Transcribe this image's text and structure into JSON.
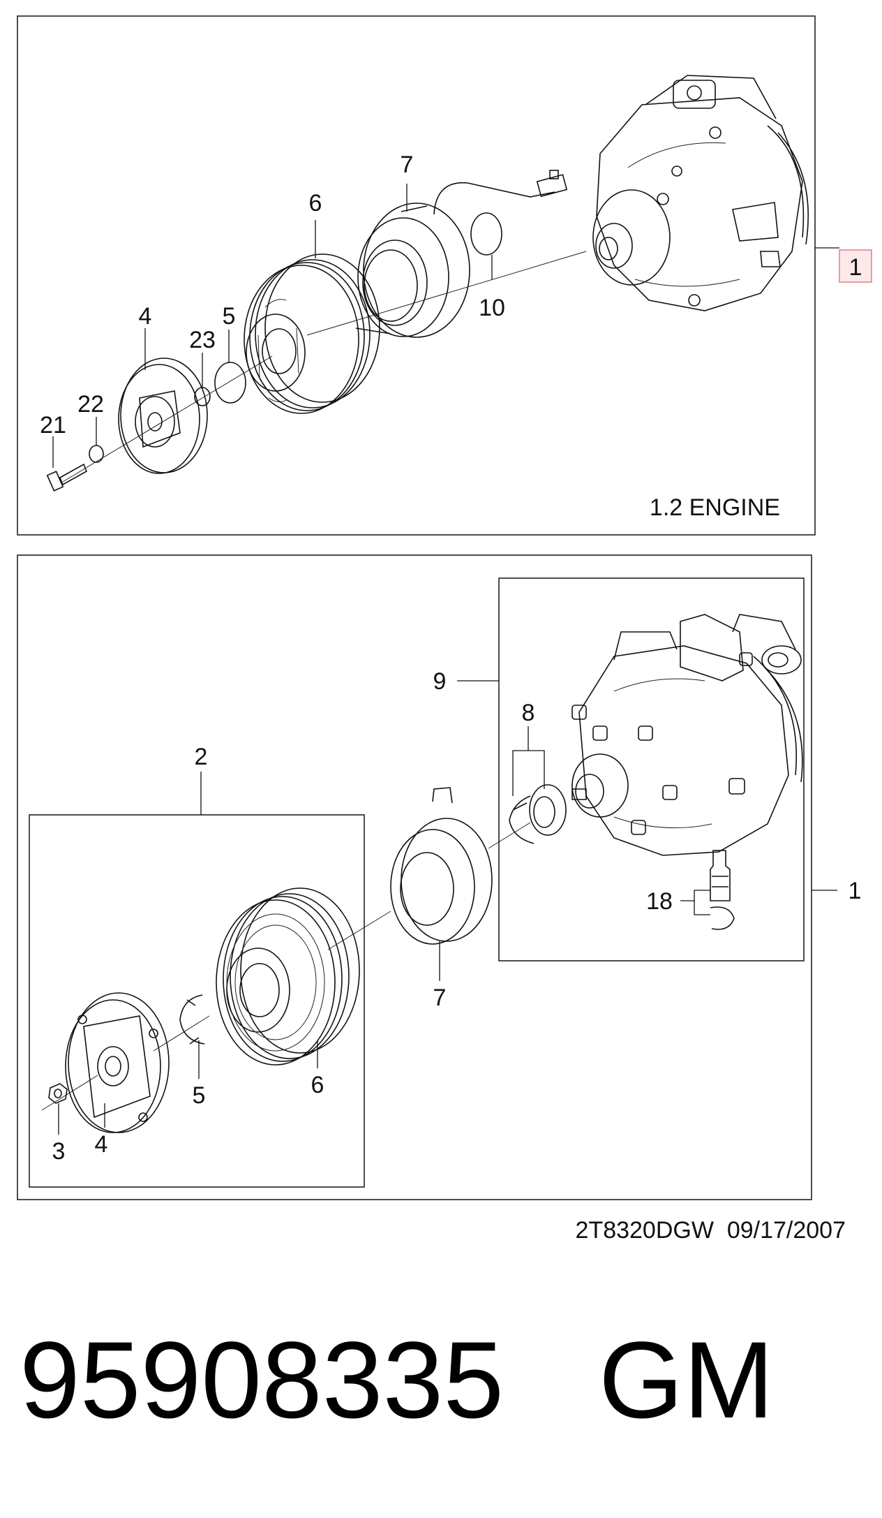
{
  "top_panel": {
    "engine_label": "1.2 ENGINE",
    "callouts": [
      "1",
      "4",
      "5",
      "6",
      "7",
      "10",
      "21",
      "22",
      "23"
    ],
    "highlighted_callout": "1"
  },
  "bottom_panel": {
    "callouts": [
      "1",
      "2",
      "3",
      "4",
      "5",
      "6",
      "7",
      "8",
      "9",
      "18"
    ]
  },
  "footer": {
    "drawing_code": "2T8320DGW  09/17/2007",
    "part_number": "95908335",
    "brand": "GM"
  },
  "colors": {
    "line": "#111111",
    "highlight_fill": "#fde8ea",
    "highlight_border": "#d98a94"
  }
}
